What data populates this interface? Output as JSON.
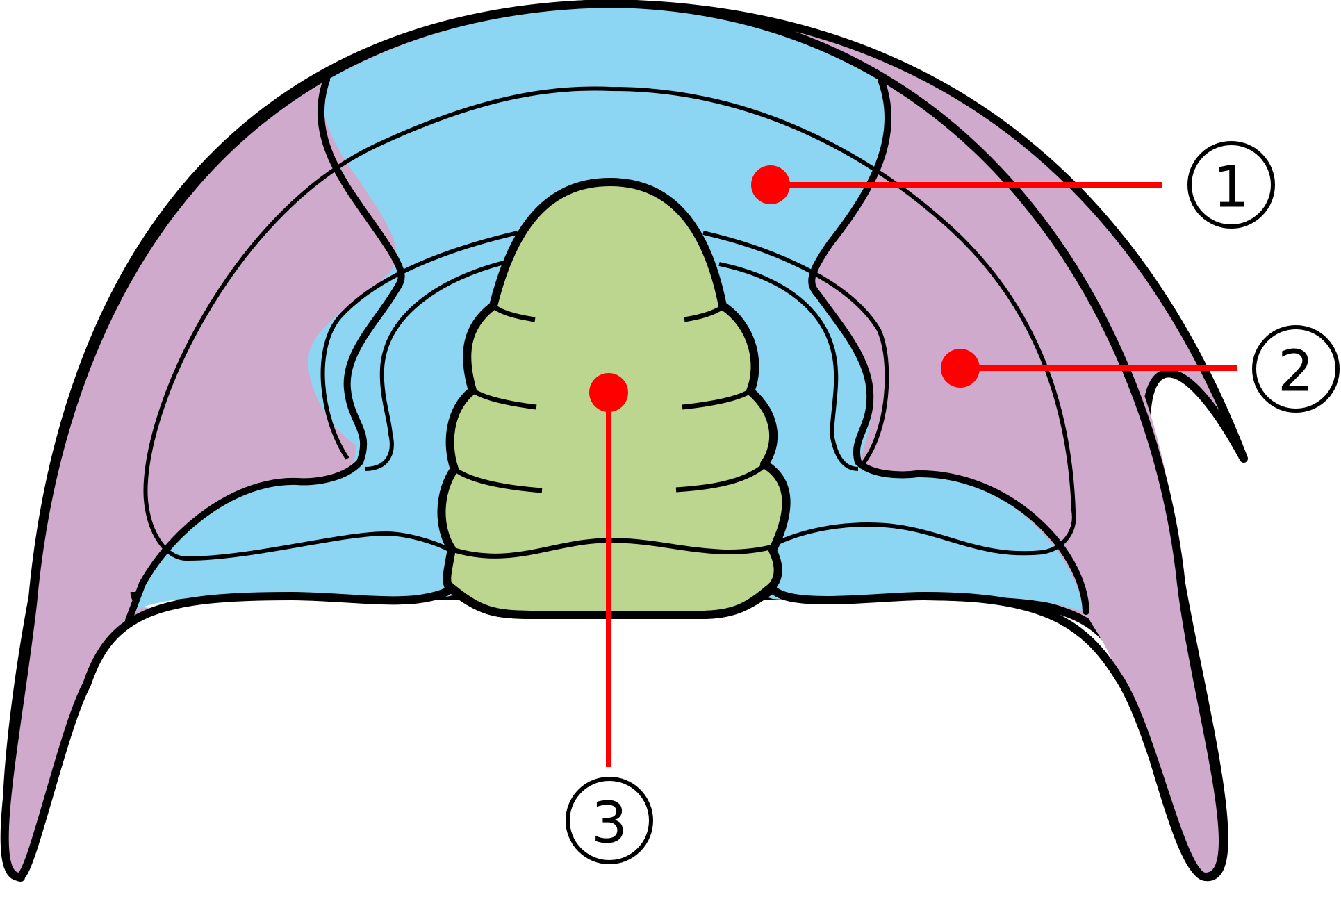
{
  "colors": {
    "outline": "#000000",
    "glabella_green": "#bcd690",
    "fixed_cheek_blue": "#8dd6f3",
    "free_cheek_pink": "#cfaacc",
    "marker_red": "#ff0000",
    "callout_bg": "#ffffff"
  },
  "callouts": [
    {
      "id": "1",
      "label": "1"
    },
    {
      "id": "2",
      "label": "2"
    },
    {
      "id": "3",
      "label": "3"
    }
  ]
}
